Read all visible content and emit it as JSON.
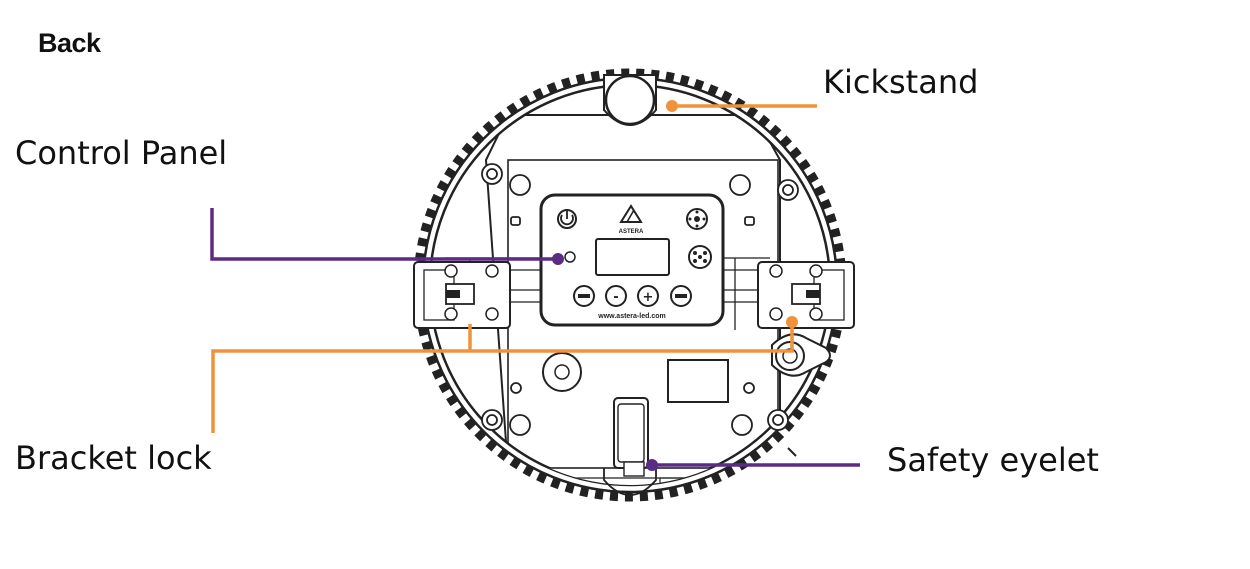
{
  "view_title": "Back",
  "callouts": {
    "kickstand": "Kickstand",
    "control_panel": "Control Panel",
    "bracket_lock": "Bracket lock",
    "safety_eyelet": "Safety eyelet"
  },
  "panel": {
    "brand": "ASTERA",
    "url": "www.astera-led.com",
    "buttons": [
      "-",
      "+"
    ]
  },
  "colors": {
    "orange_leader": "#f0923b",
    "purple_leader": "#5b2c83",
    "drawing_line": "#222222"
  },
  "icons": [
    "power-icon",
    "light-sensor-icon",
    "dmx-connector-icon",
    "astera-logo-icon"
  ]
}
